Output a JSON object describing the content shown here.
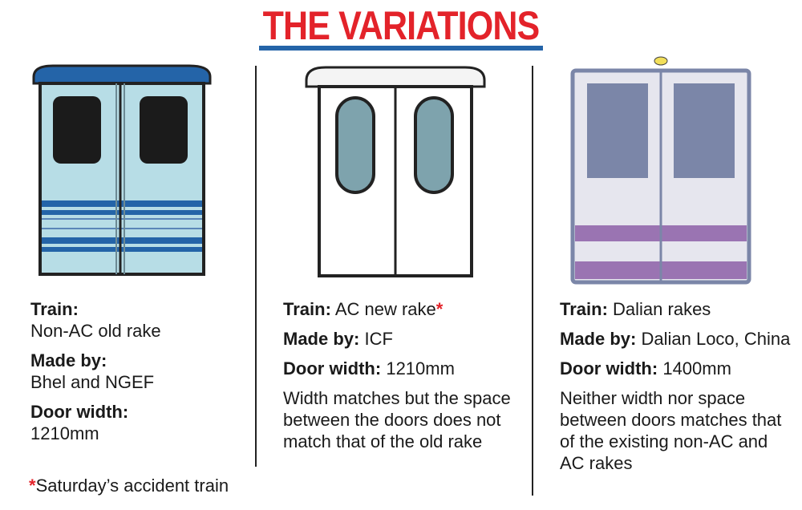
{
  "title": "THE VARIATIONS",
  "colors": {
    "title_red": "#e3232a",
    "rule_blue": "#2464a8",
    "door1_body": "#b7dde6",
    "door1_stripe": "#2464a8",
    "door2_body": "#ffffff",
    "door2_window": "#7ea3ad",
    "door3_body": "#e6e6ee",
    "door3_window": "#7b86a8",
    "door3_stripe": "#9a74b2"
  },
  "doors": [
    {
      "train_label": "Train:",
      "train_value": "Non-AC old rake",
      "made_label": "Made by:",
      "made_value": "Bhel and NGEF",
      "width_label": "Door width:",
      "width_value": "1210mm",
      "note": ""
    },
    {
      "train_label": "Train:",
      "train_value": "AC new rake",
      "train_marker": "*",
      "made_label": "Made by:",
      "made_value": "ICF",
      "width_label": "Door width:",
      "width_value": "1210mm",
      "note": "Width matches but the space between the doors does not match that of the old rake"
    },
    {
      "train_label": "Train:",
      "train_value": "Dalian rakes",
      "made_label": "Made by:",
      "made_value": "Dalian Loco, China",
      "width_label": "Door width:",
      "width_value": "1400mm",
      "note": "Neither width nor space between doors matches that of the existing non-AC and AC rakes"
    }
  ],
  "footnote": {
    "marker": "*",
    "text": "Saturday’s accident train"
  }
}
